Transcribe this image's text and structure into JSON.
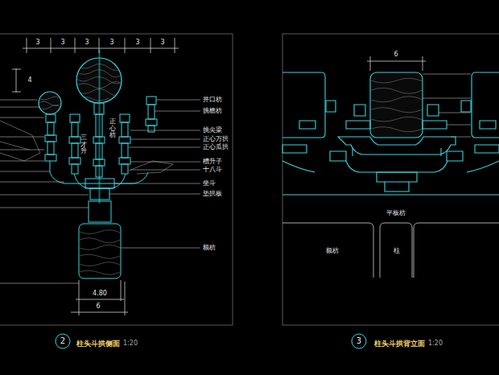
{
  "diagram": {
    "nodes": [
      {
        "text": [
          "2"
        ]
      },
      {
        "text": [
          "3"
        ]
      }
    ],
    "labels": [
      "3",
      "3",
      "3",
      "3",
      "3",
      "3",
      "4",
      "井口枋",
      "挑檐枋",
      "挑尖梁",
      "正心万拱",
      "正心瓜拱",
      "槽升子",
      "十八斗",
      "坐斗",
      "垫拱板",
      "额枋",
      "正心枋",
      "三才升",
      "4.80",
      "6",
      "柱头斗拱侧面",
      "1:20",
      "6",
      "平板枋",
      "额枋",
      "柱",
      "柱头斗拱背立面",
      "1:20"
    ]
  }
}
